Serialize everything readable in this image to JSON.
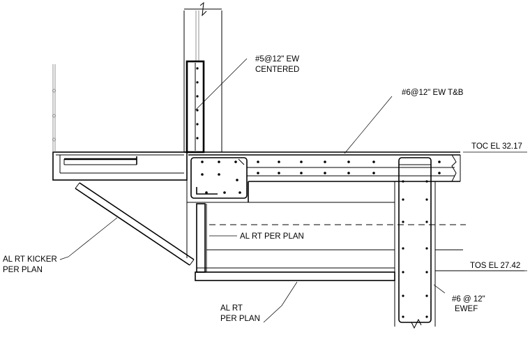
{
  "notes": {
    "wall_rebar": [
      "#5@12\" EW",
      "CENTERED"
    ],
    "slab_rebar": [
      "#6@12\" EW T&B"
    ],
    "toc_elevation": [
      "TOC EL 32.17"
    ],
    "tos_elevation": [
      "TOS EL 27.42"
    ],
    "column_rebar": [
      "#6 @ 12\"",
      "EWEF"
    ],
    "kicker": [
      "AL RT KICKER",
      "PER PLAN"
    ],
    "post": [
      "AL RT PER PLAN"
    ],
    "beam": [
      "AL RT",
      "PER PLAN"
    ]
  }
}
